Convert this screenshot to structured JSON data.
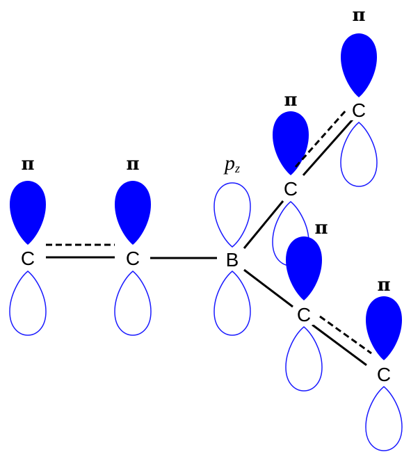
{
  "colors": {
    "filled_lobe": "#0000ff",
    "open_lobe_stroke": "#1a1aff",
    "bond": "#000000"
  },
  "atoms": [
    {
      "id": "c1",
      "symbol": "C"
    },
    {
      "id": "c2",
      "symbol": "C"
    },
    {
      "id": "b",
      "symbol": "B"
    },
    {
      "id": "c3",
      "symbol": "C"
    },
    {
      "id": "c4",
      "symbol": "C"
    },
    {
      "id": "c5",
      "symbol": "C"
    },
    {
      "id": "c6",
      "symbol": "C"
    }
  ],
  "orbital_labels": {
    "pi": "π",
    "pz_main": "p",
    "pz_sub": "z"
  },
  "bonds": [
    {
      "from": "c1",
      "to": "c2",
      "kind": "solid+dashed"
    },
    {
      "from": "c2",
      "to": "b",
      "kind": "single"
    },
    {
      "from": "b",
      "to": "c3",
      "kind": "single"
    },
    {
      "from": "b",
      "to": "c5",
      "kind": "single"
    },
    {
      "from": "c3",
      "to": "c4",
      "kind": "solid+dashed"
    },
    {
      "from": "c5",
      "to": "c6",
      "kind": "solid+dashed"
    }
  ]
}
